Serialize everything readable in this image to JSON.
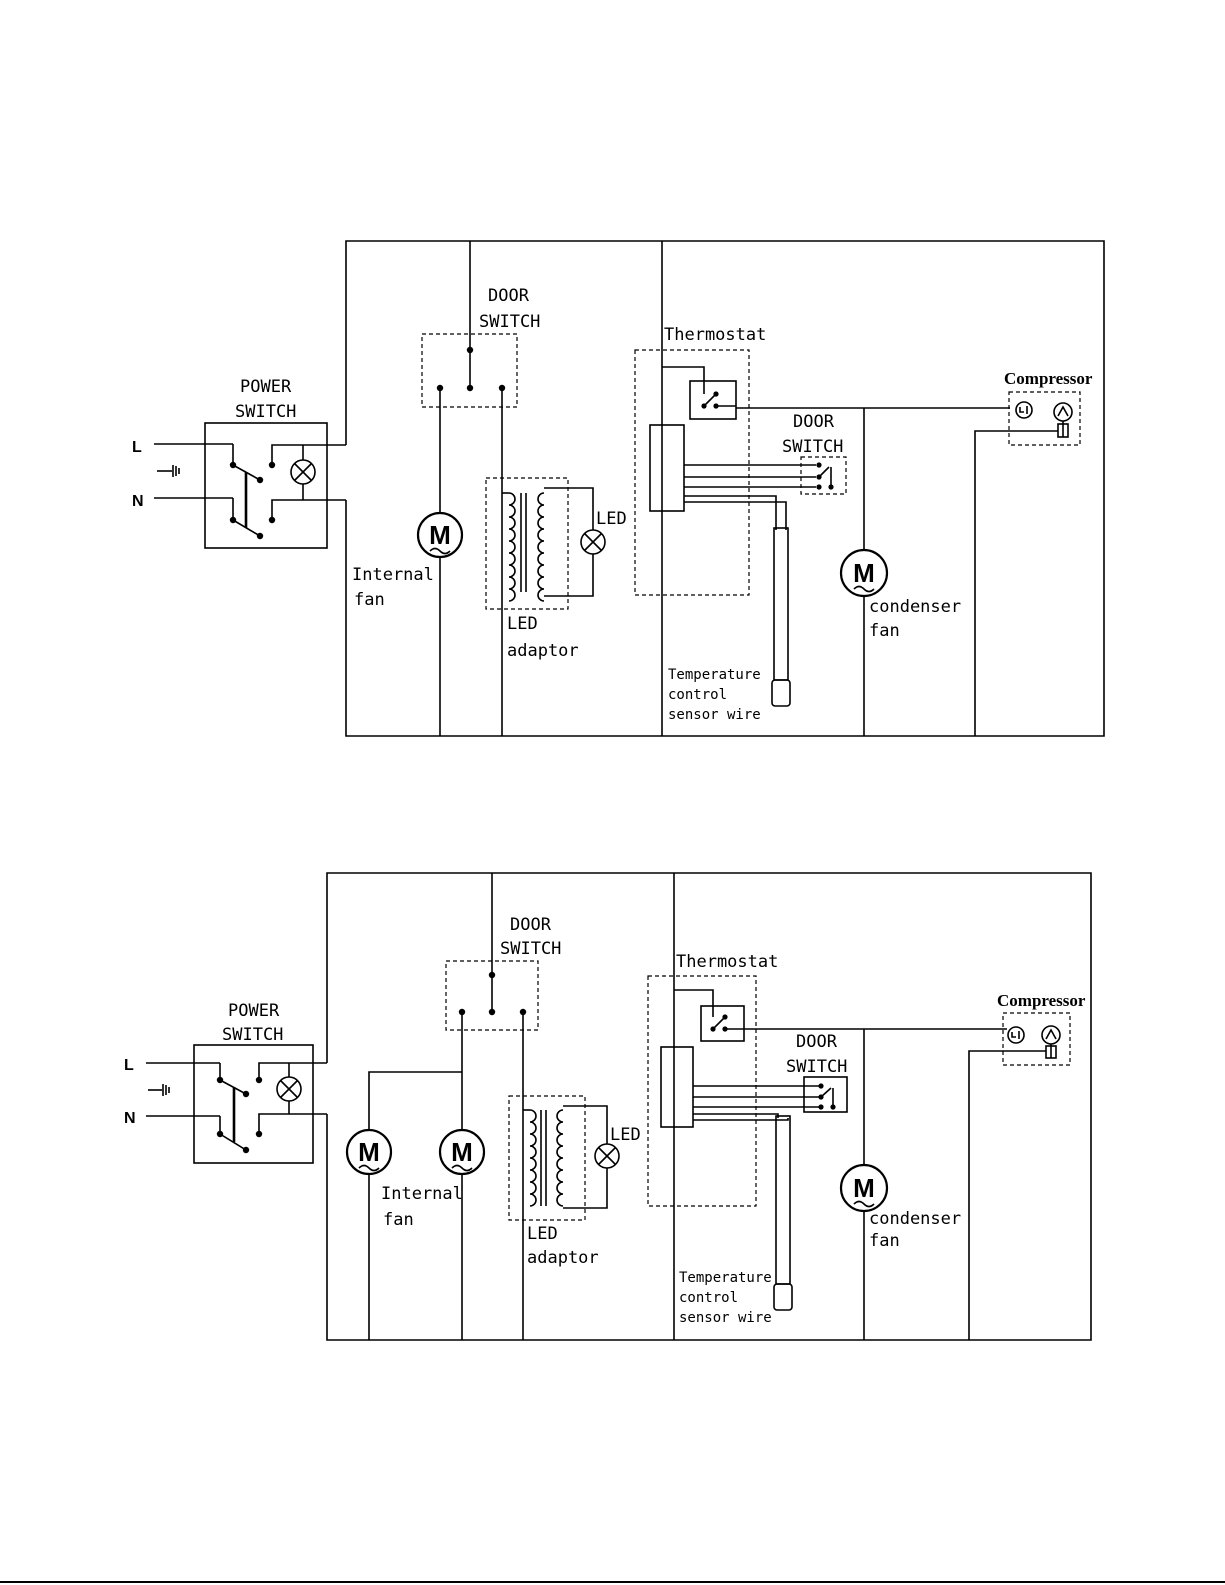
{
  "diagrams": [
    {
      "supply": {
        "line": "L",
        "neutral": "N"
      },
      "power_switch": {
        "line1": "POWER",
        "line2": "SWITCH"
      },
      "door_switch_light": {
        "line1": "DOOR",
        "line2": "SWITCH"
      },
      "internal_fan": {
        "motor_symbol": "M",
        "line1": "Internal",
        "line2": "fan"
      },
      "led_adaptor": {
        "line1": "LED",
        "line2": "adaptor"
      },
      "led": "LED",
      "thermostat": "Thermostat",
      "door_switch_thermo": {
        "line1": "DOOR",
        "line2": "SWITCH"
      },
      "sensor": {
        "line1": "Temperature",
        "line2": "control",
        "line3": "sensor wire"
      },
      "condenser_fan": {
        "motor_symbol": "M",
        "line1": "condenser",
        "line2": "fan"
      },
      "compressor": "Compressor"
    },
    {
      "supply": {
        "line": "L",
        "neutral": "N"
      },
      "power_switch": {
        "line1": "POWER",
        "line2": "SWITCH"
      },
      "door_switch_light": {
        "line1": "DOOR",
        "line2": "SWITCH"
      },
      "internal_fan": {
        "motor_symbol": "M",
        "motor_symbol_2": "M",
        "line1": "Internal",
        "line2": "fan"
      },
      "led_adaptor": {
        "line1": "LED",
        "line2": "adaptor"
      },
      "led": "LED",
      "thermostat": "Thermostat",
      "door_switch_thermo": {
        "line1": "DOOR",
        "line2": "SWITCH"
      },
      "sensor": {
        "line1": "Temperature",
        "line2": "control",
        "line3": "sensor wire"
      },
      "condenser_fan": {
        "motor_symbol": "M",
        "line1": "condenser",
        "line2": "fan"
      },
      "compressor": "Compressor"
    }
  ]
}
